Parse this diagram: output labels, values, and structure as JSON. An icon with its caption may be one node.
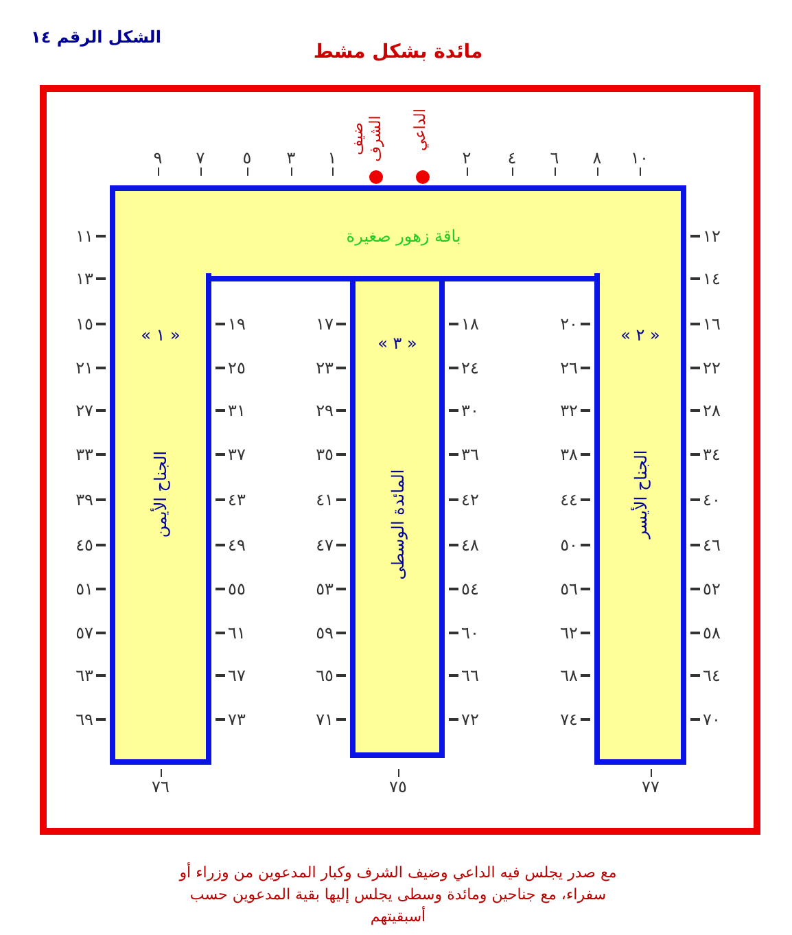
{
  "diagram": {
    "title": "مائدة بشكل مشط",
    "caption": "مع صدر يجلس فيه الداعي وضيف الشرف وكبار المدعوين من وزراء أو سفراء، مع جناحين ومائدة وسطى يجلس إليها بقية المدعوين حسب أسبقيتهم",
    "nodes": [
      {
        "text": [
          "باقة زهور صغيرة"
        ]
      },
      {
        "text": [
          "« ١ »",
          "الجناح الأيمن"
        ]
      },
      {
        "text": [
          "« ٣ »",
          "المائدة الوسطى"
        ]
      },
      {
        "text": [
          "« ٢ »",
          "الجناح الأيسر"
        ]
      }
    ],
    "labels": [
      "الشكل الرقم ١٤",
      "ضيف الشرف",
      "الداعي",
      "٩",
      "٧",
      "٥",
      "٣",
      "١",
      "٢",
      "٤",
      "٦",
      "٨",
      "١٠",
      "١١",
      "١٣",
      "١٥",
      "٢١",
      "٢٧",
      "٣٣",
      "٣٩",
      "٤٥",
      "٥١",
      "٥٧",
      "٦٣",
      "٦٩",
      "١٩",
      "٢٥",
      "٣١",
      "٣٧",
      "٤٣",
      "٤٩",
      "٥٥",
      "٦١",
      "٦٧",
      "٧٣",
      "١٧",
      "٢٣",
      "٢٩",
      "٣٥",
      "٤١",
      "٤٧",
      "٥٣",
      "٥٩",
      "٦٥",
      "٧١",
      "١٨",
      "٢٤",
      "٣٠",
      "٣٦",
      "٤٢",
      "٤٨",
      "٥٤",
      "٦٠",
      "٦٦",
      "٧٢",
      "٢٠",
      "٢٦",
      "٣٢",
      "٣٨",
      "٤٤",
      "٥٠",
      "٥٦",
      "٦٢",
      "٦٨",
      "٧٤",
      "١٢",
      "١٤",
      "١٦",
      "٢٢",
      "٢٨",
      "٣٤",
      "٤٠",
      "٤٦",
      "٥٢",
      "٥٨",
      "٦٤",
      "٧٠",
      "٧٦",
      "٧٥",
      "٧٧"
    ]
  }
}
